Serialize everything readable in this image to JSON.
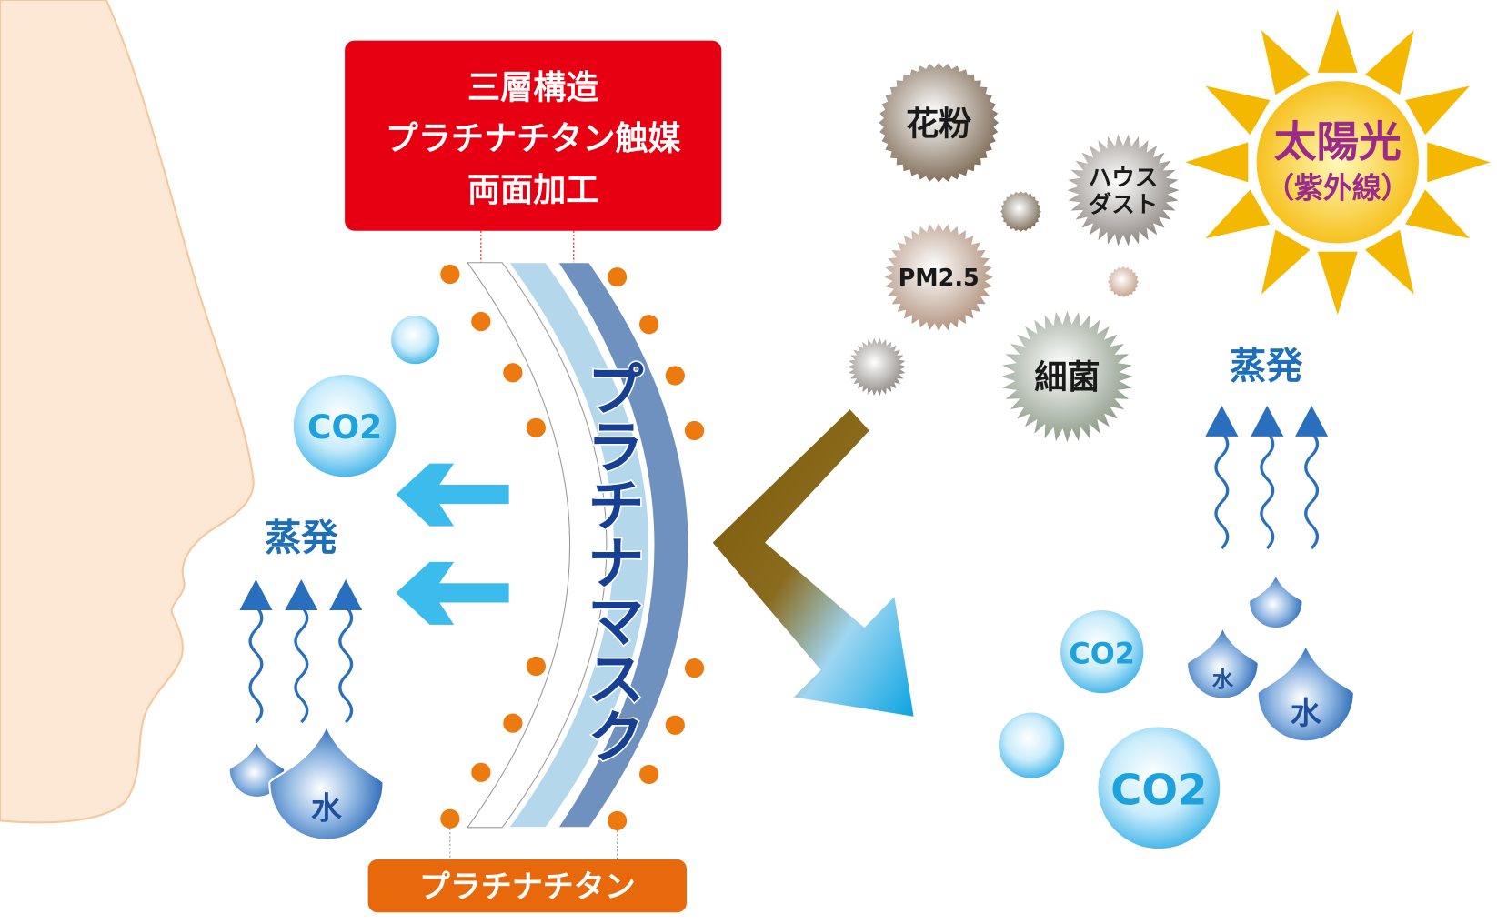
{
  "header_box": {
    "line1": "三層構造",
    "line2": "プラチナチタン触媒",
    "line3": "両面加工"
  },
  "mask_label": "プラチナマスク",
  "bottom_label": "プラチナチタン",
  "left": {
    "co2": "CO2",
    "evaporation": "蒸発",
    "water": "水"
  },
  "particles": {
    "pollen": "花粉",
    "house_dust_line1": "ハウス",
    "house_dust_line2": "ダスト",
    "pm25": "PM2.5",
    "bacteria": "細菌"
  },
  "sun": {
    "title": "太陽光",
    "subtitle": "（紫外線）"
  },
  "right": {
    "evaporation": "蒸発",
    "co2_small": "CO2",
    "co2_large": "CO2",
    "water_small": "水",
    "water_large": "水"
  },
  "colors": {
    "red_box": "#e60012",
    "orange": "#ec7a0f",
    "mask_blue": "#6e91bf",
    "text_blue": "#1e6fba",
    "cyan_arrow": "#3bbcec",
    "sun_yellow": "#f5b800",
    "sun_text": "#9b2a8b"
  }
}
